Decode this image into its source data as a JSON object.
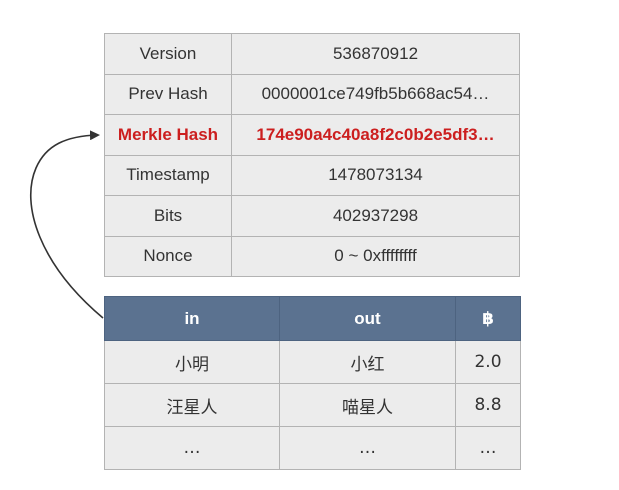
{
  "block_header": {
    "rows": [
      {
        "key": "Version",
        "value": "536870912",
        "highlight": false
      },
      {
        "key": "Prev Hash",
        "value": "0000001ce749fb5b668ac54…",
        "highlight": false
      },
      {
        "key": "Merkle Hash",
        "value": "174e90a4c40a8f2c0b2e5df3…",
        "highlight": true
      },
      {
        "key": "Timestamp",
        "value": "1478073134",
        "highlight": false
      },
      {
        "key": "Bits",
        "value": "402937298",
        "highlight": false
      },
      {
        "key": "Nonce",
        "value": "0 ~ 0xffffffff",
        "highlight": false
      }
    ],
    "highlight_color": "#cc1f1f"
  },
  "transactions": {
    "headers": {
      "in": "in",
      "out": "out",
      "amount": "฿"
    },
    "rows": [
      {
        "in": "小明",
        "out": "小红",
        "amount": "2.0"
      },
      {
        "in": "汪星人",
        "out": "喵星人",
        "amount": "8.8"
      },
      {
        "in": "…",
        "out": "…",
        "amount": "…"
      }
    ],
    "header_color": "#5b7290"
  }
}
